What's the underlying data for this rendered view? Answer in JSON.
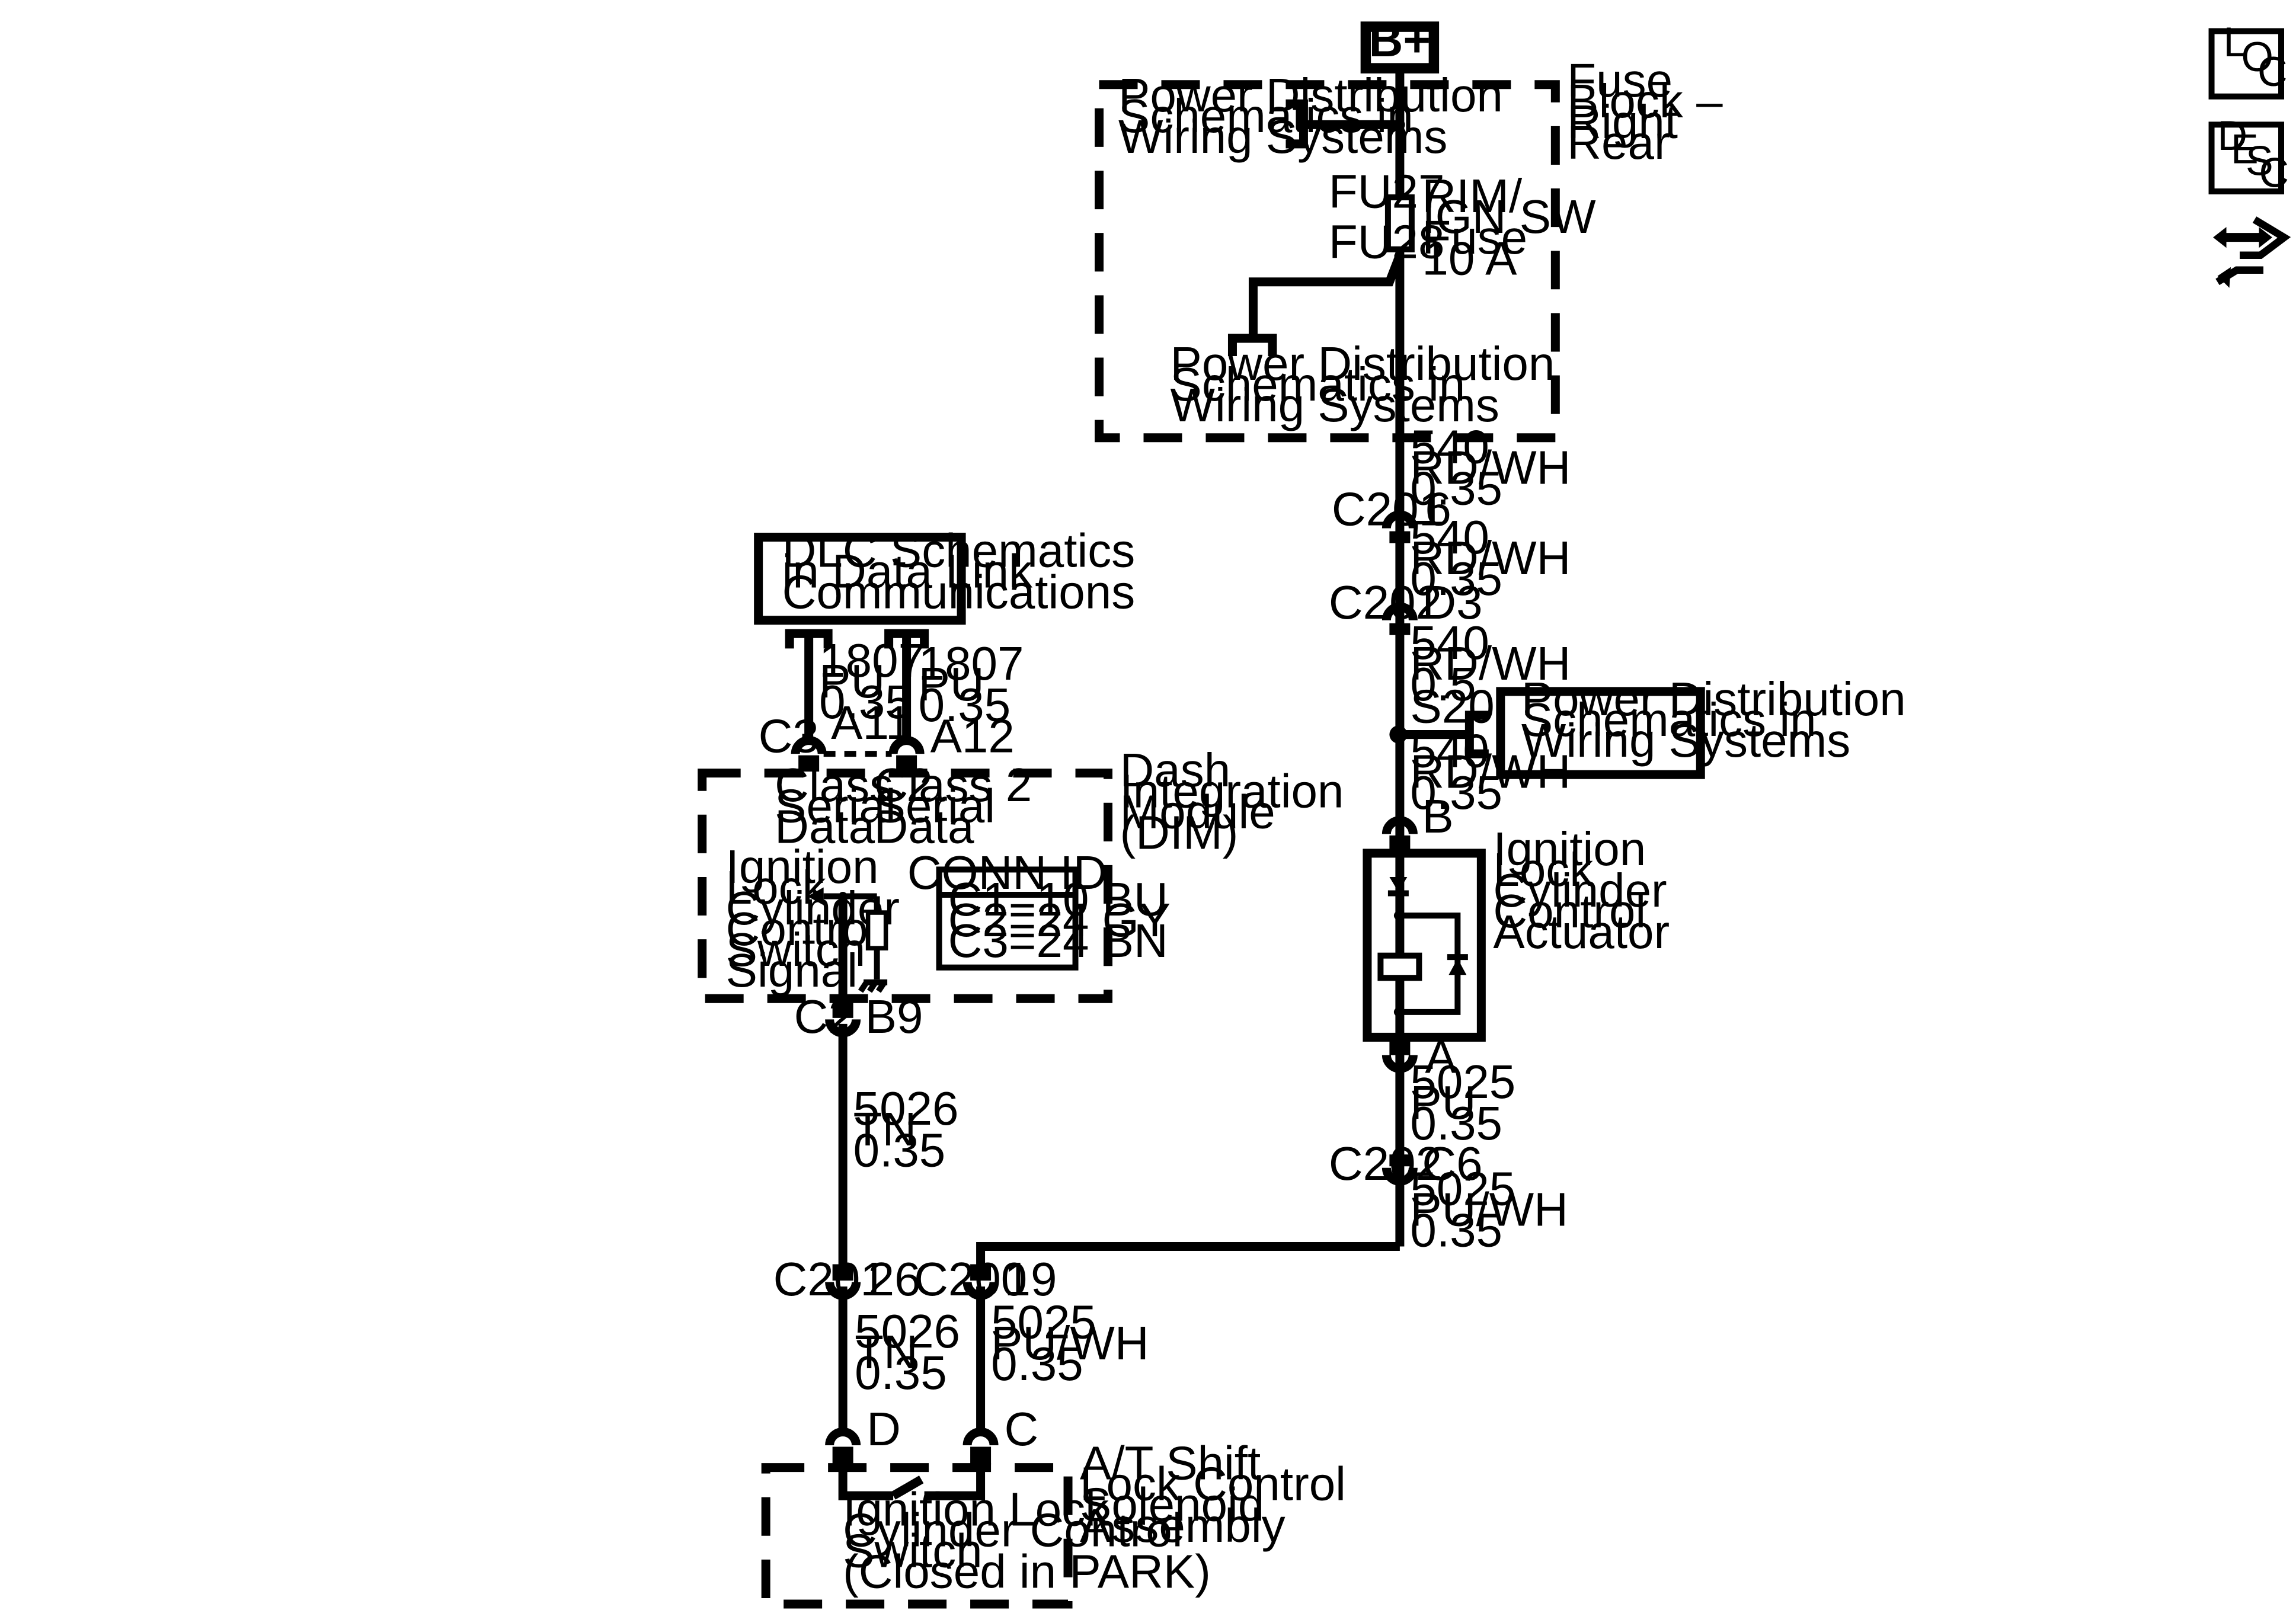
{
  "power_source": "B+",
  "fuse_block": {
    "title_lines": [
      "Fuse",
      "Block –",
      "Right",
      "Rear"
    ],
    "ref_top_lines": [
      "Power Distribution",
      "Schematics in",
      "Wiring Systems"
    ],
    "ref_bottom_lines": [
      "Power Distribution",
      "Schematics in",
      "Wiring Systems"
    ],
    "fu_in": "FU27",
    "fu_out": "FU28",
    "fuse_lines": [
      "RIM/",
      "IGN SW",
      "Fuse",
      "10 A"
    ]
  },
  "wires": {
    "w1": [
      "540",
      "RD/WH",
      "0.35"
    ],
    "w2": [
      "540",
      "RD/WH",
      "0.35"
    ],
    "w3": [
      "540",
      "RD/WH",
      "0.5"
    ],
    "w4": [
      "540",
      "RD/WH",
      "0.35"
    ],
    "w5": [
      "5025",
      "PU",
      "0.35"
    ],
    "w6": [
      "5025",
      "PU/WH",
      "0.35"
    ],
    "w7": [
      "5026",
      "TN",
      "0.35"
    ],
    "w8": [
      "5026",
      "TN",
      "0.35"
    ],
    "w9": [
      "5025",
      "PU/WH",
      "0.35"
    ],
    "dlc_a": [
      "1807",
      "PU",
      "0.35"
    ],
    "dlc_b": [
      "1807",
      "PU",
      "0.35"
    ]
  },
  "connectors": {
    "c201_top": {
      "name": "C201",
      "pin": "6"
    },
    "c202_top": {
      "name": "C202",
      "pin": "D3"
    },
    "splice": "S200",
    "act_b": "B",
    "act_a": "A",
    "c202_bot": {
      "name": "C202",
      "pin": "C6"
    },
    "c3": {
      "name": "C3",
      "pin_a": "A11",
      "pin_b": "A12"
    },
    "c2": {
      "name": "C2",
      "pin": "B9"
    },
    "c201_bot": {
      "name": "C201",
      "pin": "26"
    },
    "c200": {
      "name": "C200",
      "pin": "19"
    },
    "sol_d": "D",
    "sol_c": "C"
  },
  "s200_ref_lines": [
    "Power Distribution",
    "Schematics in",
    "Wiring Systems"
  ],
  "actuator_lines": [
    "Ignition",
    "Lock",
    "Cylinder",
    "Control",
    "Actuator"
  ],
  "dlc_lines": [
    "DLC Schematics",
    "in Data Link",
    "Communications"
  ],
  "dim": {
    "title_lines": [
      "Dash",
      "Integration",
      "Module",
      "(DIM)"
    ],
    "class2_a": [
      "Class 2",
      "Serial",
      "Data"
    ],
    "class2_b": [
      "Class 2",
      "Serial",
      "Data"
    ],
    "signal_lines": [
      "Ignition",
      "Lock",
      "Cylinder",
      "Control",
      "Switch",
      "Signal"
    ],
    "conn_id_title": "CONN ID",
    "conn_ids": [
      "C1=10 BU",
      "C2=24 GY",
      "C3=24 BN"
    ]
  },
  "solenoid": {
    "title_lines": [
      "A/T Shift",
      "Lock Control",
      "Solenoid",
      "Assembly"
    ],
    "switch_lines": [
      "Ignition Lock",
      "Cylinder Control",
      "Switch",
      "(Closed in PARK)"
    ]
  },
  "side_icons": {
    "loc": [
      "L",
      "O",
      "C"
    ],
    "desc": [
      "D",
      "E",
      "S",
      "C"
    ],
    "nav_icon": "navigation-arrows-icon"
  }
}
